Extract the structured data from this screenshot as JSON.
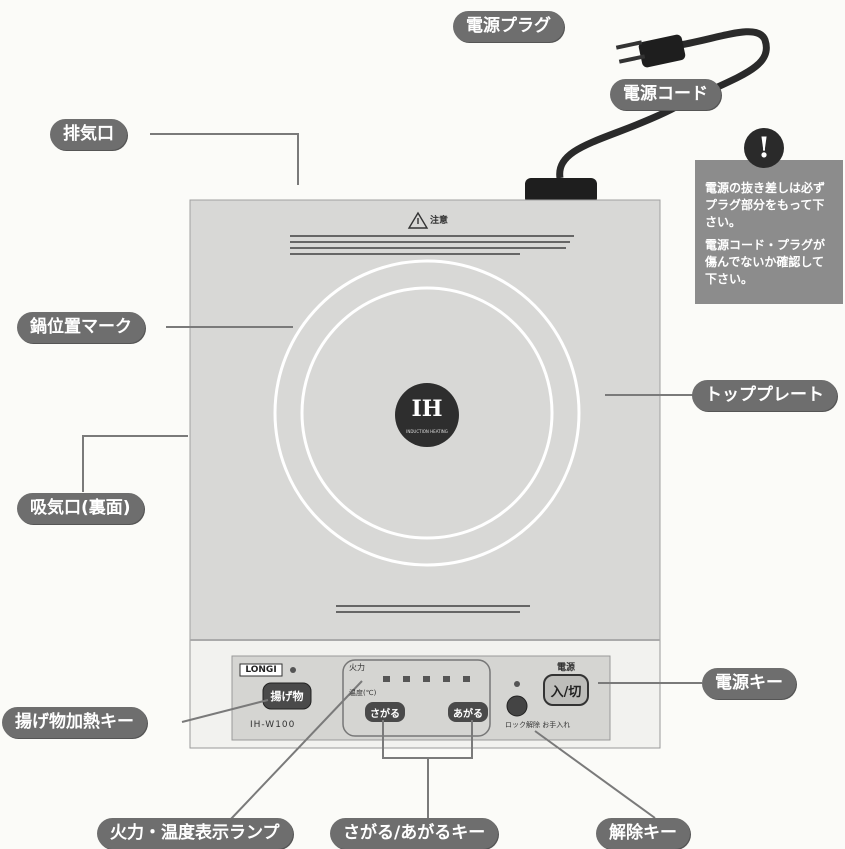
{
  "labels": {
    "power_plug": "電源プラグ",
    "power_cord": "電源コード",
    "exhaust": "排気口",
    "pot_mark": "鍋位置マーク",
    "top_plate": "トッププレート",
    "intake": "吸気口(裏面)",
    "power_key": "電源キー",
    "fry_key": "揚げ物加熱キー",
    "lamp": "火力・温度表示ランプ",
    "up_down_key": "さがる/あがるキー",
    "release_key": "解除キー"
  },
  "warning": {
    "line1": "電源の抜き差しは必ずプラグ部分をもって下さい。",
    "line2": "電源コード・プラグが傷んでないか確認して下さい。"
  },
  "device": {
    "caution_title": "注意",
    "logo": "IH",
    "logo_sub": "INDUCTION HEATING",
    "brand": "LONGI",
    "model": "IH-W100",
    "fry_button": "揚げ物",
    "down_button": "さがる",
    "up_button": "あがる",
    "power_title": "電源",
    "power_button": "入/切",
    "release_caption": "ロック解除 お手入れ",
    "firepower_label": "火力",
    "temp_label": "温度(℃)"
  },
  "colors": {
    "plate": "#d8d8d6",
    "label": "#6e6e6e",
    "line": "#7a7a7a"
  }
}
